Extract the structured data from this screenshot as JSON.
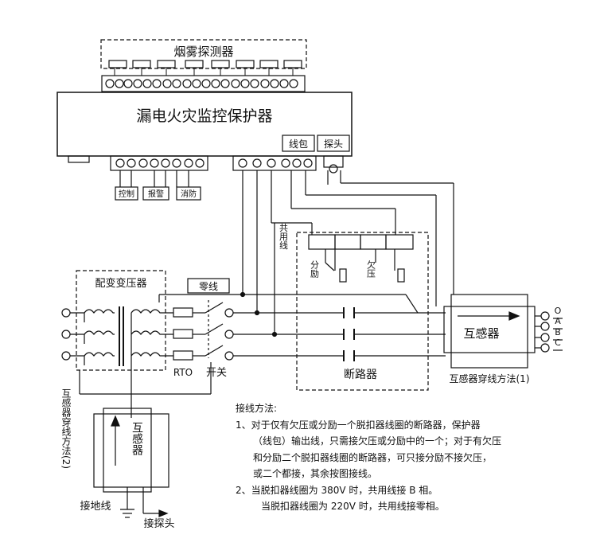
{
  "diagram": {
    "smoke_detector_label": "烟雾探测器",
    "controller_title": "漏电火灾监控保护器",
    "coil_box_label": "线包",
    "probe_box_label": "探头",
    "output_labels": [
      "控制",
      "报警",
      "消防"
    ],
    "transformer_label": "配变变压器",
    "neutral_label": "零线",
    "rto_label": "RTO",
    "switch_label": "开关",
    "common_wire_label": "共用线",
    "shunt_label": "分励",
    "undervoltage_label": "欠压",
    "breaker_label": "断路器",
    "sensor_label": "互感器",
    "sensor_method1": "互感器穿线方法(1)",
    "sensor_method2": "互感器穿线方法(2)",
    "phase_labels": [
      "O",
      "A",
      "B",
      "C"
    ],
    "ground_label": "接地线",
    "probe_connect_label": "接探头"
  },
  "notes": {
    "title": "接线方法:",
    "line1": "1、对于仅有欠压或分励一个脱扣器线圈的断路器，保护器",
    "line2": "（线包）输出线，只需接欠压或分励中的一个；对于有欠压",
    "line3": "和分励二个脱扣器线圈的断路器，可只接分励不接欠压，",
    "line4": "或二个都接，其余按图接线。",
    "line5": "2、当脱扣器线圈为 380V 时，共用线接 B 相。",
    "line6": "当脱扣器线圈为 220V 时，共用线接零相。"
  }
}
